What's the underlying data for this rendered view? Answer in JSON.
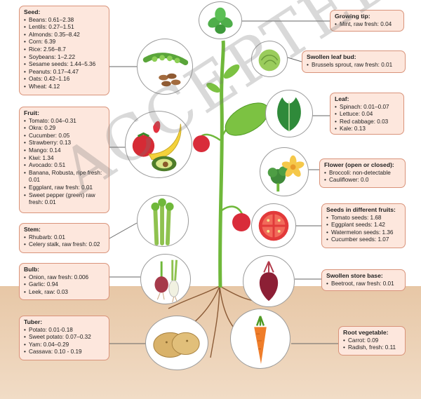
{
  "watermark": "ACCEPTED",
  "colors": {
    "box_bg": "#fde7dd",
    "box_border": "#d9937a",
    "stem": "#6fb83a",
    "soil": "#e7c7a6"
  },
  "boxes": {
    "seed": {
      "title": "Seed:",
      "items": [
        "Beans: 0.61–2.38",
        "Lentils: 0.27–1.51",
        "Almonds: 0.35–8.42",
        "Corn: 6.39",
        "Rice: 2.56–8.7",
        "Soybeans: 1–2.22",
        "Sesame seeds: 1.44–5.36",
        "Peanuts: 0.17–4.47",
        "Oats: 0.42–1.16",
        "Wheat: 4.12"
      ]
    },
    "fruit": {
      "title": "Fruit:",
      "items": [
        "Tomato: 0.04–0.31",
        "Okra: 0.29",
        "Cucumber: 0.05",
        "Strawberry: 0.13",
        "Mango: 0.14",
        "Kiwi: 1.34",
        "Avocado: 0.51",
        "Banana, Robusta, ripe fresh: 0.01",
        "Eggplant, raw fresh: 0.01",
        "Sweet pepper (green) raw fresh: 0.01"
      ]
    },
    "stem": {
      "title": "Stem:",
      "items": [
        "Rhubarb: 0.01",
        "Celery stalk, raw fresh: 0.02"
      ]
    },
    "bulb": {
      "title": "Bulb:",
      "items": [
        "Onion, raw fresh: 0.006",
        "Garlic: 0.94",
        "Leek, raw: 0.03"
      ]
    },
    "tuber": {
      "title": "Tuber:",
      "items": [
        "Potato: 0.01-0.18",
        "Sweet potato: 0.07–0.32",
        "Yam: 0.04–0.29",
        "Cassava: 0.10 - 0.19"
      ]
    },
    "growing_tip": {
      "title": "Growing tip:",
      "items": [
        "Mint, raw fresh: 0.04"
      ]
    },
    "swollen_leaf_bud": {
      "title": "Swollen leaf bud:",
      "items": [
        "Brussels sprout, raw fresh: 0.01"
      ]
    },
    "leaf": {
      "title": "Leaf:",
      "items": [
        "Spinach: 0.01–0.07",
        "Lettuce: 0.04",
        "Red cabbage: 0.03",
        "Kale: 0.13"
      ]
    },
    "flower": {
      "title": "Flower (open or closed):",
      "items": [
        "Broccoli: non-detectable",
        "Cauliflower: 0.0"
      ]
    },
    "seeds_fruits": {
      "title": "Seeds in different fruits:",
      "items": [
        "Tomato seeds: 1.68",
        "Eggplant seeds: 1.42",
        "Watermelon seeds: 1.36",
        "Cucumber seeds: 1.07"
      ]
    },
    "store_base": {
      "title": "Swollen store base:",
      "items": [
        "Beetroot, raw fresh: 0.01"
      ]
    },
    "root_veg": {
      "title": "Root vegetable:",
      "items": [
        "Carrot: 0.09",
        "Radish, fresh: 0.11"
      ]
    }
  }
}
